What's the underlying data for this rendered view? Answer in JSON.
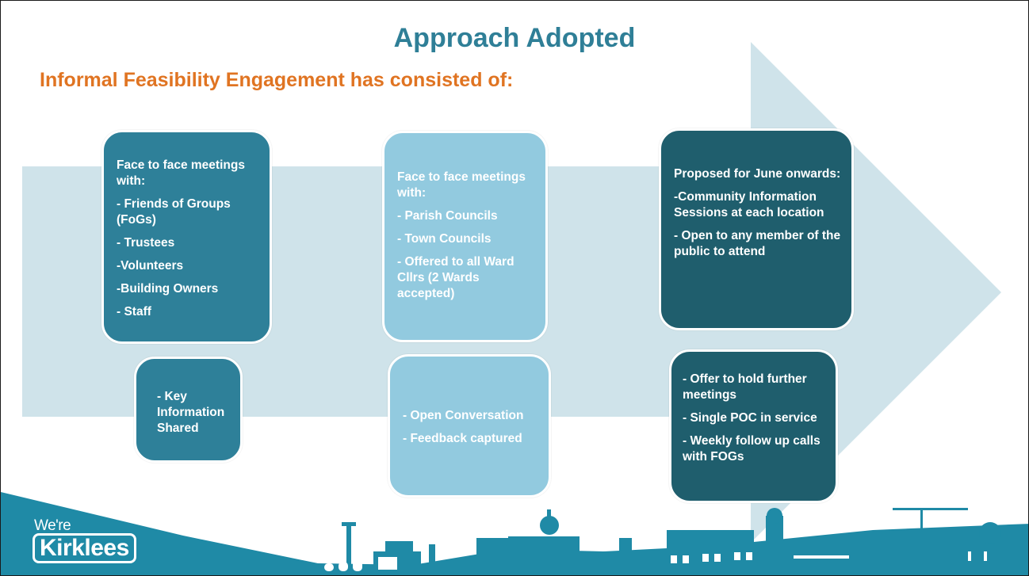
{
  "title": "Approach Adopted",
  "subtitle": "Informal Feasibility Engagement has consisted of:",
  "colors": {
    "title": "#2f7f97",
    "subtitle": "#e07422",
    "arrow": "#cfe3ea",
    "teal_box": "#2e8099",
    "light_box": "#92cadf",
    "dark_box": "#1f5e6d",
    "footer": "#1f8aa6"
  },
  "boxes": {
    "b1": [
      "Face to face meetings with:",
      "- Friends of Groups (FoGs)",
      "- Trustees",
      "-Volunteers",
      "-Building Owners",
      "- Staff"
    ],
    "b2": [
      "- Key Information Shared"
    ],
    "b3": [
      "Face to face meetings with:",
      "- Parish Councils",
      "- Town Councils",
      "- Offered to all Ward Cllrs (2 Wards accepted)"
    ],
    "b4": [
      "- Open Conversation",
      "- Feedback captured"
    ],
    "b5": [
      "Proposed for June onwards:",
      "-Community Information Sessions at each location",
      "- Open to any member of the public to attend"
    ],
    "b6": [
      "- Offer to hold further meetings",
      "- Single POC in service",
      "- Weekly follow up calls with FOGs"
    ]
  },
  "logo": {
    "line1": "We're",
    "line2": "Kirklees"
  }
}
